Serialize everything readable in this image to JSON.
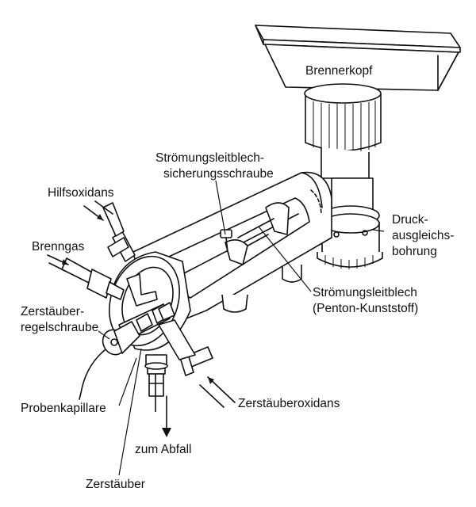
{
  "diagram": {
    "labels": {
      "brennerkopf": "Brennerkopf",
      "stroemungsleitblech_sicherungsschraube_1": "Strömungsleitblech-",
      "stroemungsleitblech_sicherungsschraube_2": "sicherungsschraube",
      "hilfsoxidans": "Hilfsoxidans",
      "brenngas": "Brenngas",
      "druckausgleichsbohrung_1": "Druck-",
      "druckausgleichsbohrung_2": "ausgleichs-",
      "druckausgleichsbohrung_3": "bohrung",
      "stroemungsleitblech": "Strömungsleitblech",
      "penton_kunststoff": "(Penton-Kunststoff)",
      "zerstaeuberregelschraube_1": "Zerstäuber-",
      "zerstaeuberregelschraube_2": "regelschraube",
      "probenkapillare": "Probenkapillare",
      "zerstaeuberoxidans": "Zerstäuberoxidans",
      "zum_abfall": "zum Abfall",
      "zerstaeuber": "Zerstäuber"
    }
  }
}
